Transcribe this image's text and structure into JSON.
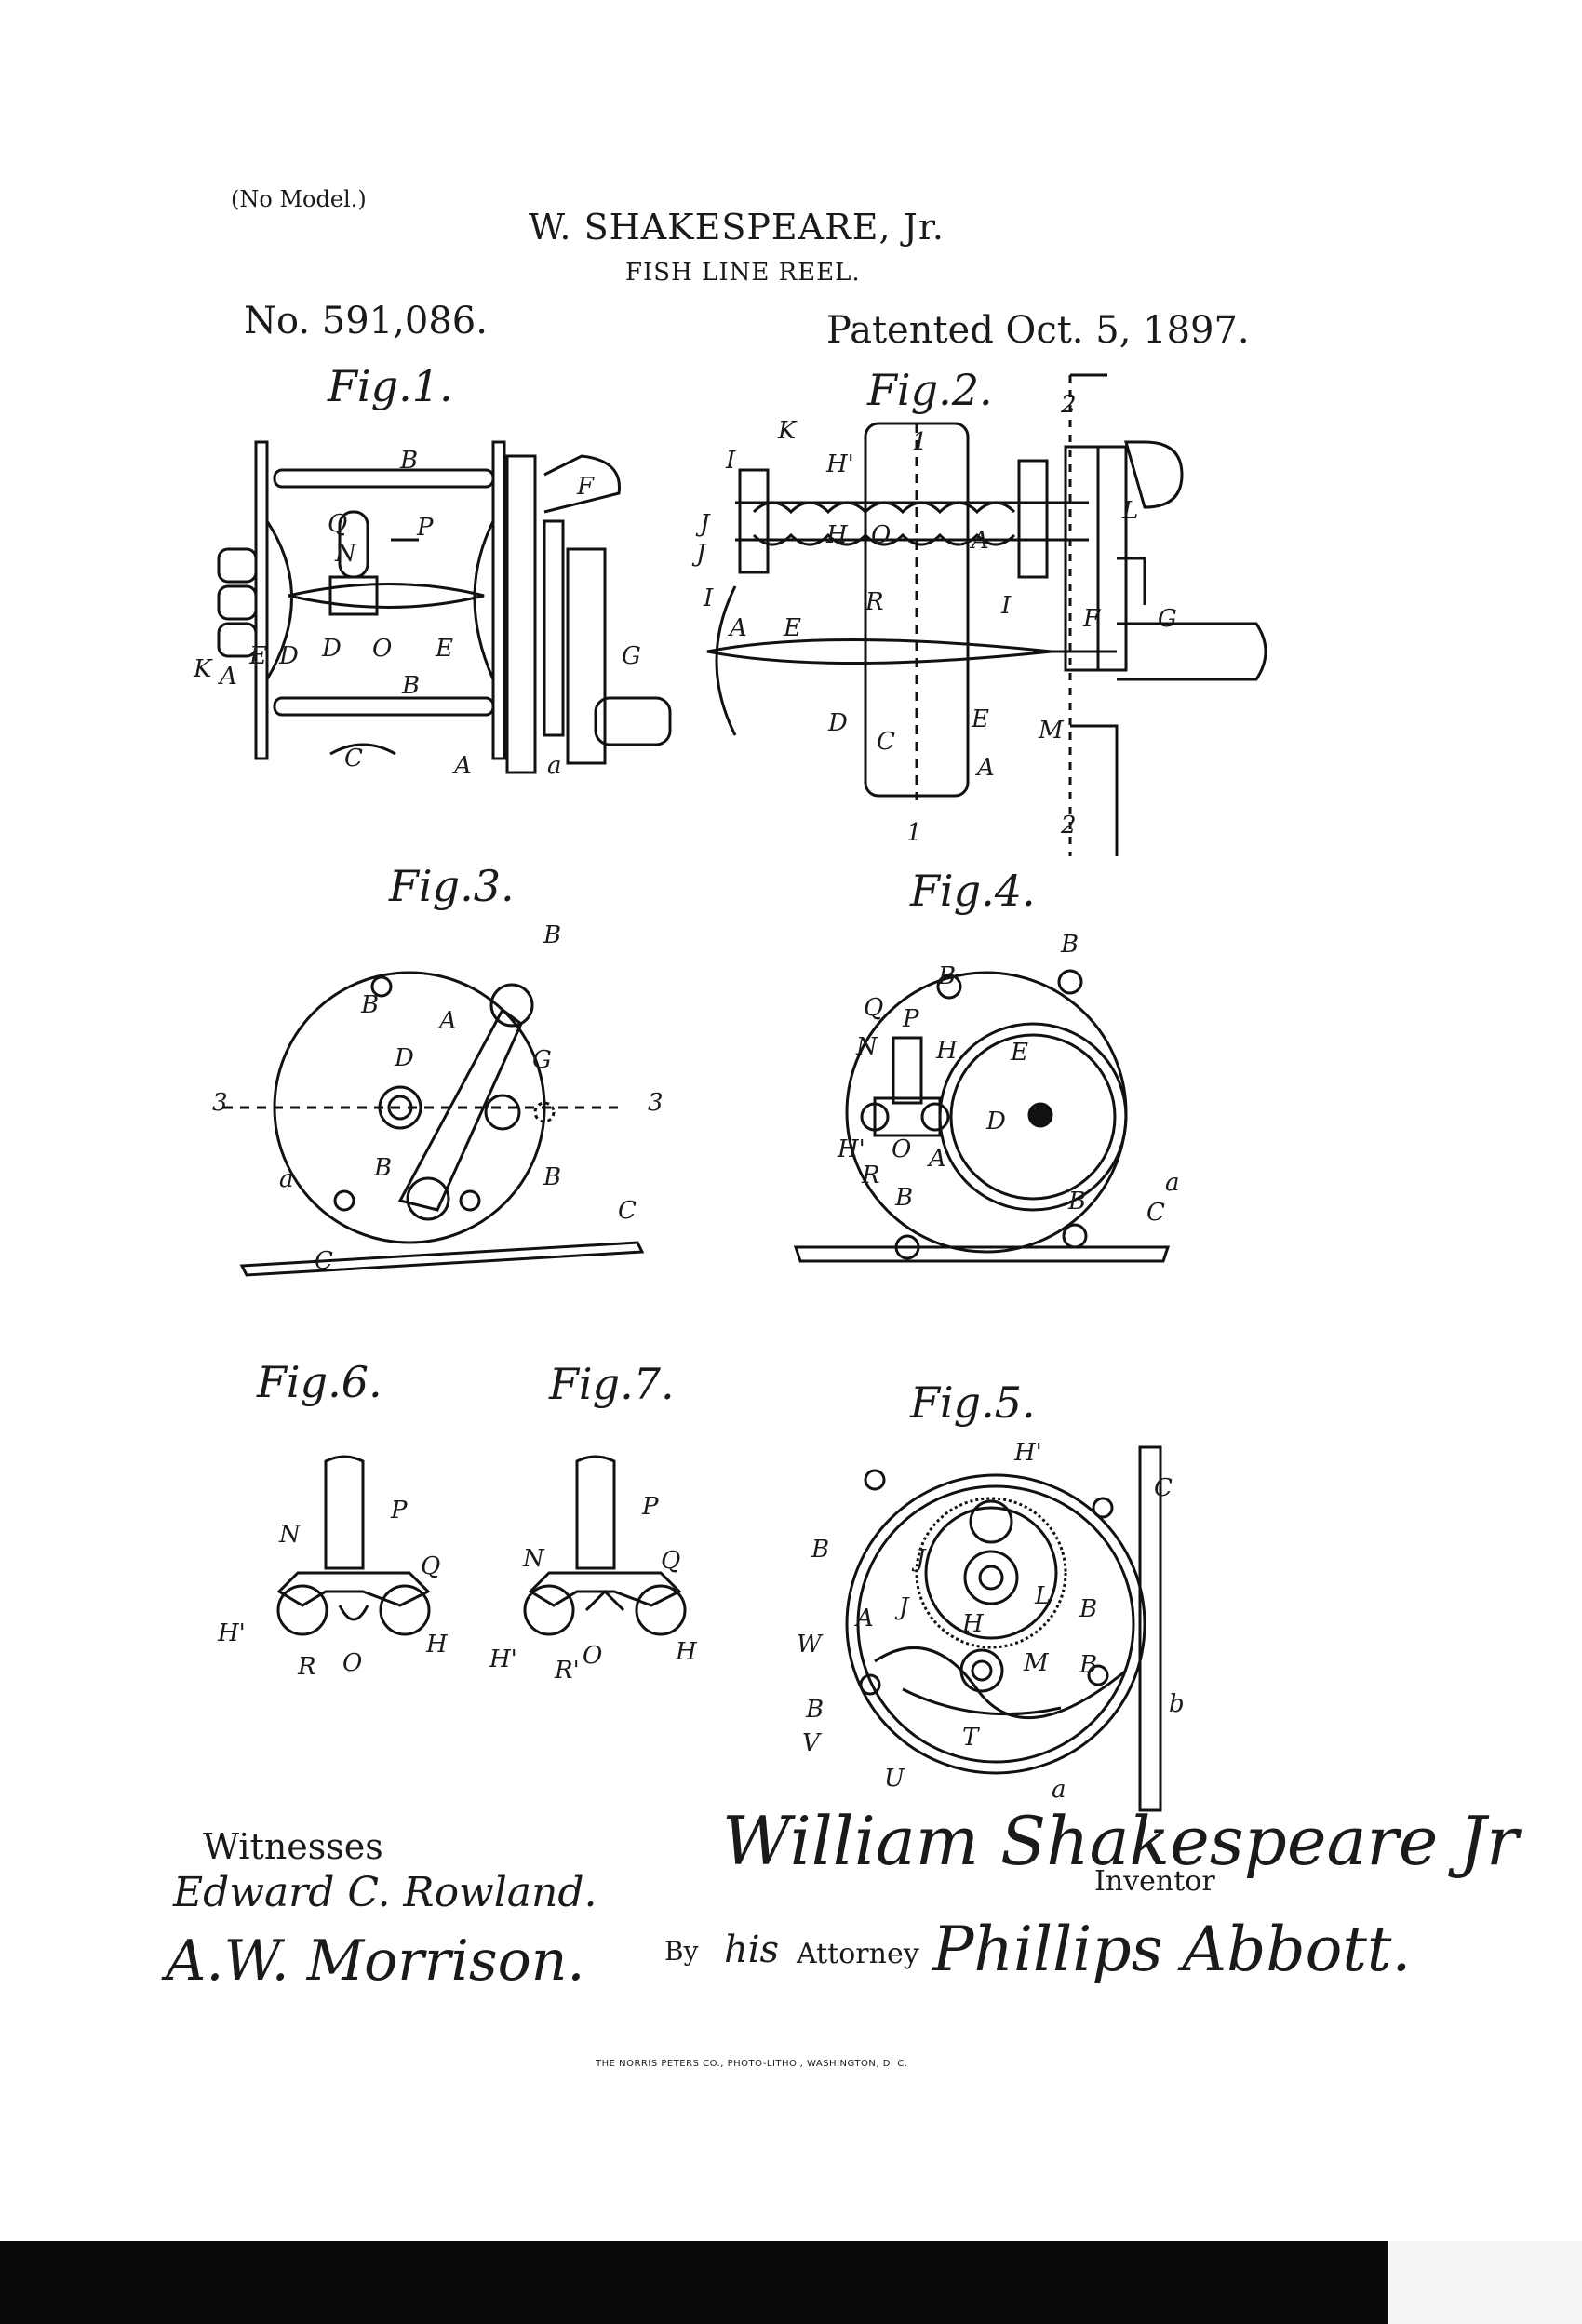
{
  "header": {
    "no_model": "(No Model.)",
    "inventor": "W. SHAKESPEARE, Jr.",
    "title": "FISH LINE REEL.",
    "patent_no": "No. 591,086.",
    "patented": "Patented Oct. 5, 1897."
  },
  "figures": {
    "fig1": {
      "title": "Fig.1.",
      "labels": [
        "B",
        "Q",
        "P",
        "N",
        "D",
        "O",
        "E",
        "K",
        "A",
        "E",
        "D",
        "B",
        "C",
        "A",
        "a",
        "F",
        "G"
      ]
    },
    "fig2": {
      "title": "Fig.2.",
      "section": "2",
      "labels": [
        "K",
        "1",
        "H'",
        "I",
        "L",
        "J",
        "H",
        "O",
        "A",
        "J",
        "I",
        "R",
        "I",
        "F",
        "G",
        "A",
        "E",
        "D",
        "C",
        "E",
        "M",
        "A",
        "1",
        "2"
      ]
    },
    "fig3": {
      "title": "Fig.3.",
      "labels": [
        "B",
        "B",
        "A",
        "D",
        "G",
        "3",
        "3",
        "B",
        "B",
        "a",
        "C",
        "C"
      ]
    },
    "fig4": {
      "title": "Fig.4.",
      "labels": [
        "B",
        "B",
        "Q",
        "P",
        "N",
        "H",
        "E",
        "D",
        "H'",
        "O",
        "A",
        "R",
        "B",
        "B",
        "a",
        "C"
      ]
    },
    "fig6": {
      "title": "Fig.6.",
      "labels": [
        "P",
        "N",
        "Q",
        "H'",
        "H",
        "R",
        "O"
      ]
    },
    "fig7": {
      "title": "Fig.7.",
      "labels": [
        "P",
        "N",
        "Q",
        "H'",
        "H",
        "R'",
        "O"
      ]
    },
    "fig5": {
      "title": "Fig.5.",
      "labels": [
        "H'",
        "C",
        "B",
        "J",
        "L",
        "A",
        "J",
        "H",
        "B",
        "W",
        "M",
        "B",
        "B",
        "b",
        "V",
        "U",
        "T",
        "a"
      ]
    }
  },
  "signatures": {
    "witnesses_label": "Witnesses",
    "witness1": "Edward C. Rowland.",
    "witness2": "A.W. Morrison.",
    "inventor_sig": "William Shakespeare Jr",
    "inventor_label": "Inventor",
    "by": "By",
    "his": "his",
    "attorney_label": "Attorney",
    "attorney_sig": "Phillips Abbott."
  },
  "footer": {
    "printer": "THE NORRIS PETERS CO., PHOTO-LITHO., WASHINGTON, D. C."
  }
}
